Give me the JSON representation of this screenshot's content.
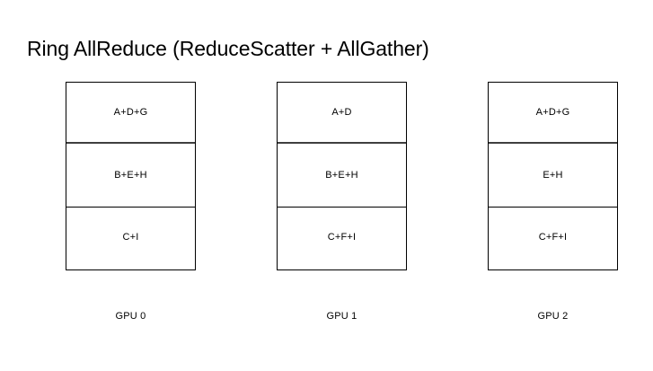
{
  "slide": {
    "title": "Ring AllReduce (ReduceScatter + AllGather)",
    "background_color": "#ffffff",
    "text_color": "#000000",
    "border_color": "#000000"
  },
  "diagram": {
    "type": "block-diagram",
    "row_count": 3,
    "gpus": [
      {
        "caption": "GPU 0",
        "chunks": [
          {
            "label": "A+D+G"
          },
          {
            "label": "B+E+H"
          },
          {
            "label": "C+I"
          }
        ]
      },
      {
        "caption": "GPU 1",
        "chunks": [
          {
            "label": "A+D"
          },
          {
            "label": "B+E+H"
          },
          {
            "label": "C+F+I"
          }
        ]
      },
      {
        "caption": "GPU 2",
        "chunks": [
          {
            "label": "A+D+G"
          },
          {
            "label": "E+H"
          },
          {
            "label": "C+F+I"
          }
        ]
      }
    ]
  }
}
